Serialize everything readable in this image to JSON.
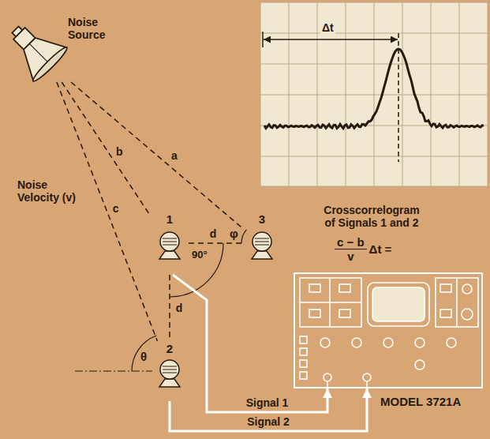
{
  "diagram": {
    "nodes": [
      {
        "text": [
          "Noise Source"
        ]
      },
      {
        "text": [
          "Δt"
        ]
      },
      {
        "text": [
          "1"
        ]
      },
      {
        "text": [
          "3"
        ]
      },
      {
        "text": [
          "2"
        ]
      },
      {
        "text": [
          "MODEL 3721A"
        ]
      }
    ],
    "edges": [
      {
        "from": 0,
        "to": 3,
        "arrow": "none",
        "label": "a"
      },
      {
        "from": 0,
        "to": 2,
        "arrow": "none",
        "label": "b"
      },
      {
        "from": 0,
        "to": 4,
        "arrow": "none",
        "label": "c"
      },
      {
        "from": 2,
        "to": 3,
        "arrow": "none",
        "label": "d"
      },
      {
        "from": 2,
        "to": 4,
        "arrow": "none",
        "label": "d"
      },
      {
        "from": 2,
        "to": 5,
        "arrow": "to",
        "label": "Signal 1"
      },
      {
        "from": 4,
        "to": 5,
        "arrow": "to",
        "label": "Signal 2"
      }
    ],
    "labels": [
      "Noise Velocity (v)",
      "90°",
      "φ",
      "θ",
      "Crosscorrelogram of Signals 1 and 2",
      "Δt =",
      "c − b",
      "v"
    ]
  }
}
